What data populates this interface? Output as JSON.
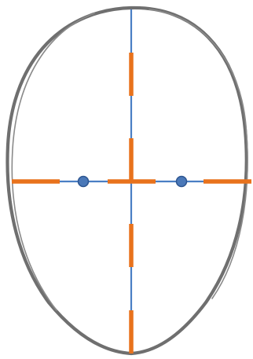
{
  "diagram": {
    "kind": "face proportion guide",
    "colors": {
      "outline": "#6f6f6f",
      "outline_light": "#8a8a8a",
      "guide_line": "#4a7fc4",
      "accent": "#e8721c",
      "dot_fill": "#4a78b8",
      "dot_stroke": "#2d5590"
    },
    "vertical_guide": {
      "divisions": 5,
      "accent_segments": 4
    },
    "horizontal_guide": {
      "divisions": 5,
      "accent_segments": 3,
      "eye_markers": 2
    }
  }
}
